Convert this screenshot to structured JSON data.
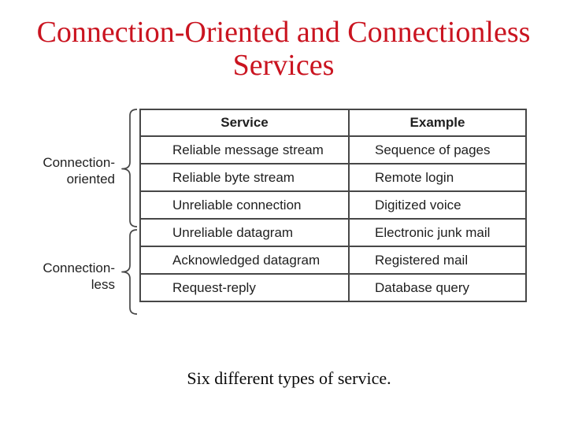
{
  "slide": {
    "title": {
      "line1": "Connection-Oriented and Connectionless",
      "line2": "Services"
    },
    "caption": "Six different types of service."
  },
  "figure": {
    "groups": [
      {
        "label_line1": "Connection-",
        "label_line2": "oriented",
        "covers_rows": [
          1,
          2,
          3
        ]
      },
      {
        "label_line1": "Connection-",
        "label_line2": "less",
        "covers_rows": [
          4,
          5,
          6
        ]
      }
    ],
    "table": {
      "headers": [
        "Service",
        "Example"
      ],
      "rows": [
        {
          "service": "Reliable message stream",
          "example": "Sequence of pages"
        },
        {
          "service": "Reliable byte stream",
          "example": "Remote login"
        },
        {
          "service": "Unreliable connection",
          "example": "Digitized voice"
        },
        {
          "service": "Unreliable datagram",
          "example": "Electronic junk mail"
        },
        {
          "service": "Acknowledged datagram",
          "example": "Registered mail"
        },
        {
          "service": "Request-reply",
          "example": "Database query"
        }
      ]
    }
  },
  "colors": {
    "title": "#CA1420",
    "figure_line": "#474747",
    "figure_text": "#1F1F1F",
    "caption": "#0A0A0A",
    "background": "#FFFFFF"
  }
}
